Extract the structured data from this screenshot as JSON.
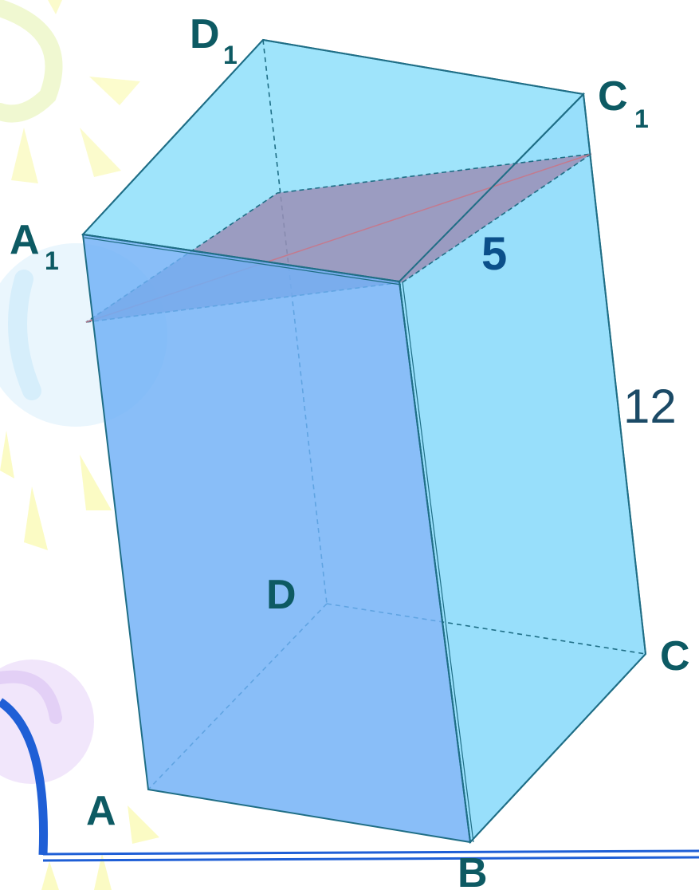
{
  "diagram": {
    "vertices": {
      "A": {
        "name": "A",
        "sub": ""
      },
      "B": {
        "name": "B",
        "sub": ""
      },
      "C": {
        "name": "C",
        "sub": ""
      },
      "D": {
        "name": "D",
        "sub": ""
      },
      "A1": {
        "name": "A",
        "sub": "1"
      },
      "C1": {
        "name": "C",
        "sub": "1"
      },
      "D1": {
        "name": "D",
        "sub": "1"
      }
    },
    "dimensions": {
      "section_edge": "5",
      "lateral_edge": "12"
    },
    "colors": {
      "front_face": "#6fb0f7",
      "right_face": "#8fdcfb",
      "top_face": "#9ae3fb",
      "section_plane": "#9a8fb6",
      "edge": "#1f6e86",
      "label": "#0d5a63",
      "ground_line": "#1f5fd6"
    },
    "background_decor": [
      "sun-icon",
      "moon-icon",
      "sun-rays-icon"
    ]
  }
}
